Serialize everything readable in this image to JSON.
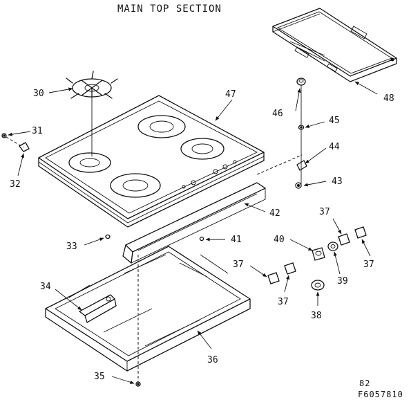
{
  "title": "MAIN TOP SECTION",
  "page_number": "82",
  "drawing_ref": "F6057810",
  "callouts": [
    {
      "id": "c30",
      "label": "30"
    },
    {
      "id": "c31",
      "label": "31"
    },
    {
      "id": "c32",
      "label": "32"
    },
    {
      "id": "c33",
      "label": "33"
    },
    {
      "id": "c34",
      "label": "34"
    },
    {
      "id": "c35",
      "label": "35"
    },
    {
      "id": "c36",
      "label": "36"
    },
    {
      "id": "c37a",
      "label": "37"
    },
    {
      "id": "c37b",
      "label": "37"
    },
    {
      "id": "c37c",
      "label": "37"
    },
    {
      "id": "c37d",
      "label": "37"
    },
    {
      "id": "c38",
      "label": "38"
    },
    {
      "id": "c39",
      "label": "39"
    },
    {
      "id": "c40",
      "label": "40"
    },
    {
      "id": "c41",
      "label": "41"
    },
    {
      "id": "c42",
      "label": "42"
    },
    {
      "id": "c43",
      "label": "43"
    },
    {
      "id": "c44",
      "label": "44"
    },
    {
      "id": "c45",
      "label": "45"
    },
    {
      "id": "c46",
      "label": "46"
    },
    {
      "id": "c47",
      "label": "47"
    },
    {
      "id": "c48",
      "label": "48"
    }
  ]
}
